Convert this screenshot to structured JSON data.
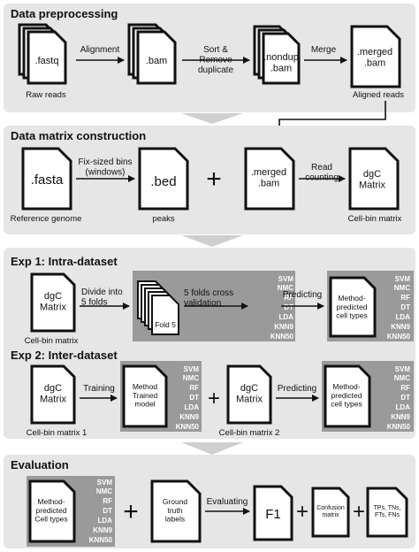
{
  "sections": {
    "preprocessing": {
      "title": "Data preprocessing",
      "docs": [
        ".fastq",
        ".bam",
        ".nondup\n.bam",
        ".merged\n.bam"
      ],
      "arrows": [
        "Alignment",
        "Sort &\nRemove\nduplicate",
        "Merge"
      ],
      "captions": [
        "Raw reads",
        "Aligned reads"
      ]
    },
    "matrix": {
      "title": "Data matrix construction",
      "docs": [
        ".fasta",
        ".bed",
        ".merged\n.bam",
        "dgC\nMatrix"
      ],
      "arrows": [
        "Fix-sized bins\n(windows)",
        "Read\ncounting"
      ],
      "captions": [
        "Reference genome",
        "peaks",
        "Cell-bin matrix"
      ],
      "plus": "+"
    },
    "exp1": {
      "title": "Exp 1: Intra-dataset",
      "doc": "dgC\nMatrix",
      "caption": "Cell-bin matrix",
      "arrows": [
        "Divide into\n5 folds",
        "5 folds cross\nvalidation",
        "Predicting"
      ],
      "fold_label": "Fold 5",
      "methods": [
        "SVM",
        "NMC",
        "RF",
        "DT",
        "LDA",
        "KNN9",
        "KNN50"
      ],
      "result": "Method-\npredicted\ncell types"
    },
    "exp2": {
      "title": "Exp 2: Inter-dataset",
      "docs": [
        "dgC\nMatrix",
        "dgC\nMatrix"
      ],
      "captions": [
        "Cell-bin matrix 1",
        "Cell-bin matrix 2"
      ],
      "arrows": [
        "Training",
        "Predicting"
      ],
      "model": "Method\nTrained\nmodel",
      "result": "Method-\npredicted\ncell types",
      "methods": [
        "SVM",
        "NMC",
        "RF",
        "DT",
        "LDA",
        "KNN9",
        "KNN50"
      ],
      "plus": "+"
    },
    "evaluation": {
      "title": "Evaluation",
      "result": "Method-\npredicted\nCell types",
      "methods": [
        "SVM",
        "NMC",
        "RF",
        "DT",
        "LDA",
        "KNN9",
        "KNN50"
      ],
      "ground_truth": "Ground\ntruth\nlabels",
      "arrow": "Evaluating",
      "f1": "F1",
      "confusion": "Confusion\nmatrix",
      "counts": "TPs, TNs,\nFTs, FNs",
      "plus": "+"
    }
  }
}
